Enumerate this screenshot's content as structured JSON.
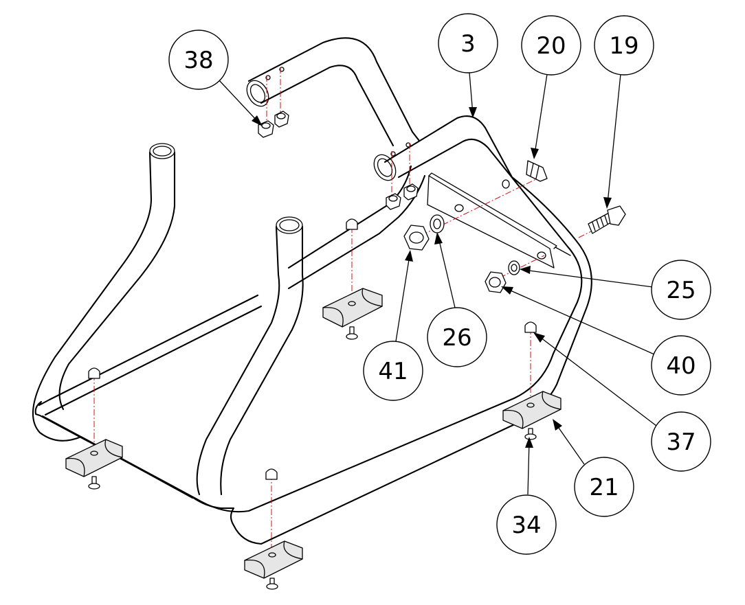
{
  "balloons": [
    {
      "id": "b38",
      "label": "38"
    },
    {
      "id": "b3",
      "label": "3"
    },
    {
      "id": "b20",
      "label": "20"
    },
    {
      "id": "b19",
      "label": "19"
    },
    {
      "id": "b25",
      "label": "25"
    },
    {
      "id": "b26",
      "label": "26"
    },
    {
      "id": "b41",
      "label": "41"
    },
    {
      "id": "b40",
      "label": "40"
    },
    {
      "id": "b37",
      "label": "37"
    },
    {
      "id": "b21",
      "label": "21"
    },
    {
      "id": "b34",
      "label": "34"
    }
  ]
}
